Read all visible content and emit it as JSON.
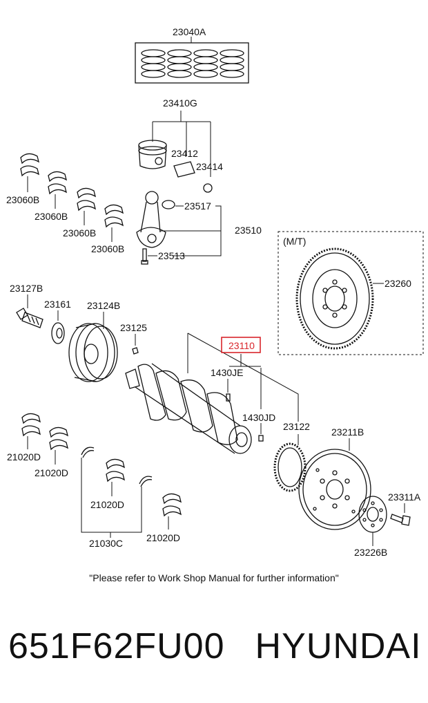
{
  "labels": {
    "p23040A": "23040A",
    "p23410G": "23410G",
    "p23412": "23412",
    "p23414": "23414",
    "p23060B_1": "23060B",
    "p23060B_2": "23060B",
    "p23060B_3": "23060B",
    "p23060B_4": "23060B",
    "p23517": "23517",
    "p23510": "23510",
    "p23513": "23513",
    "mt": "(M/T)",
    "p23260": "23260",
    "p23127B": "23127B",
    "p23161": "23161",
    "p23124B": "23124B",
    "p23125": "23125",
    "p23110": "23110",
    "p1430JE": "1430JE",
    "p1430JD": "1430JD",
    "p23122": "23122",
    "p23211B": "23211B",
    "p23311A": "23311A",
    "p23226B": "23226B",
    "p21020D_1": "21020D",
    "p21020D_2": "21020D",
    "p21020D_3": "21020D",
    "p21020D_4": "21020D",
    "p21030C": "21030C"
  },
  "note": "\"Please refer to Work Shop Manual for further information\"",
  "footer": {
    "part_number": "651F62FU00",
    "brand": "HYUNDAI"
  },
  "colors": {
    "highlight": "#d9252b",
    "ink": "#111111"
  }
}
